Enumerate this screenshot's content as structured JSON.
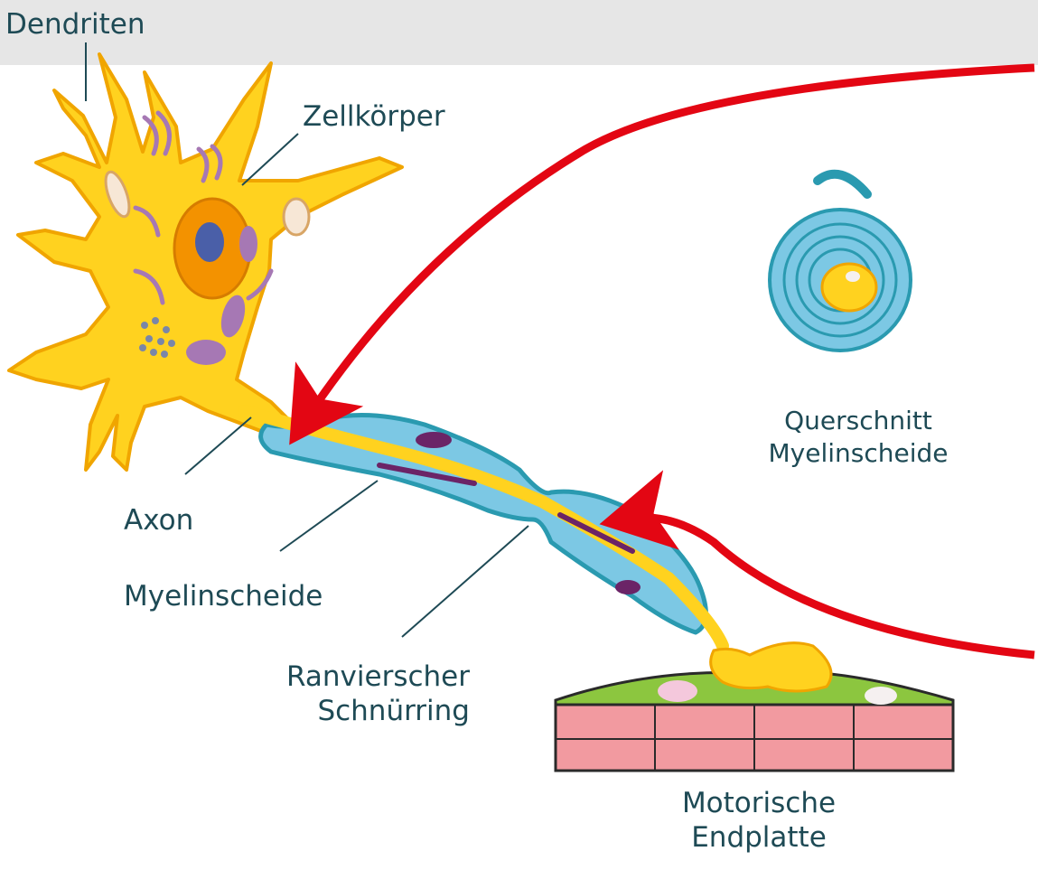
{
  "labels": {
    "dendrites": "Dendriten",
    "cell_body": "Zellkörper",
    "axon": "Axon",
    "myelin_sheath": "Myelinscheide",
    "node_of_ranvier": [
      "Ranvierscher",
      "Schnürring"
    ],
    "cross_section": [
      "Querschnitt",
      "Myelinscheide"
    ],
    "motor_end_plate": [
      "Motorische",
      "Endplatte"
    ]
  },
  "colors": {
    "neuron": "#ffd21f",
    "neuron_outline": "#f0a500",
    "nucleus": "#f39200",
    "organelle": "#a678b4",
    "myelin": "#7cc8e4",
    "myelin_outline": "#2a9ab0",
    "arrow": "#e30613",
    "muscle": "#f29aa0",
    "muscle_top": "#8cc63f",
    "label_text": "#1e4a55",
    "header_band": "#e6e6e6"
  }
}
